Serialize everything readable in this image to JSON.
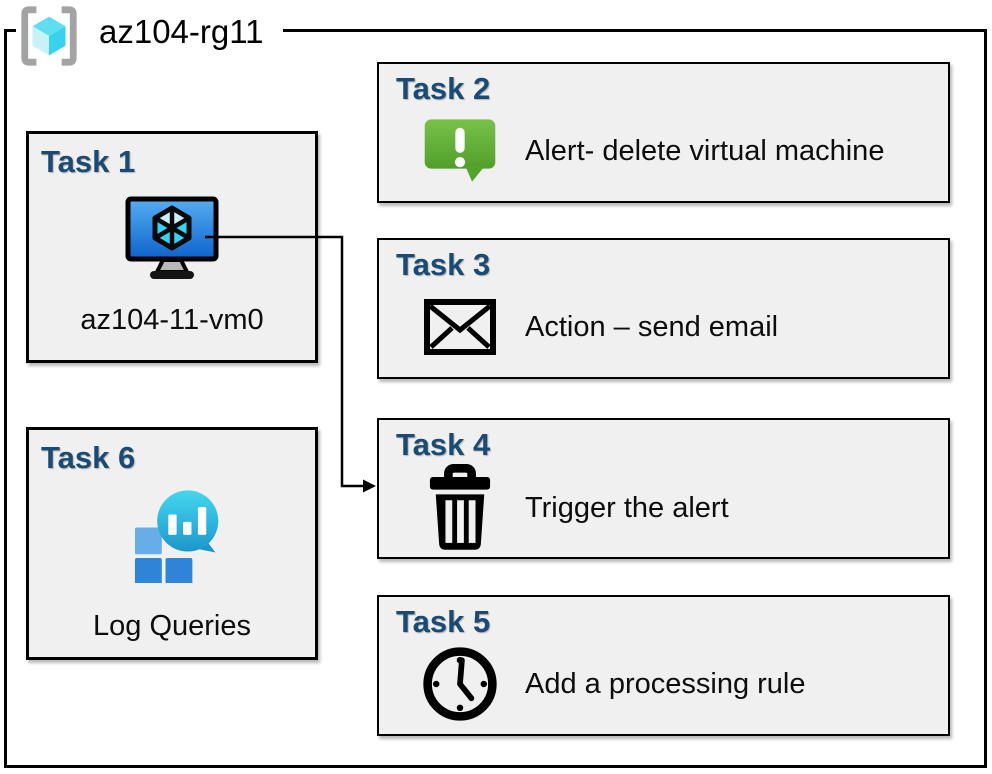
{
  "resource_group": {
    "title": "az104-rg11",
    "icon": "resource-group-icon"
  },
  "tasks": [
    {
      "heading": "Task 1",
      "label": "az104-11-vm0",
      "icon": "virtual-machine-icon"
    },
    {
      "heading": "Task 2",
      "label": "Alert- delete virtual machine",
      "icon": "alert-icon"
    },
    {
      "heading": "Task 3",
      "label": "Action – send email",
      "icon": "email-icon"
    },
    {
      "heading": "Task 4",
      "label": "Trigger the alert",
      "icon": "trash-icon"
    },
    {
      "heading": "Task 5",
      "label": "Add a processing rule",
      "icon": "clock-icon"
    },
    {
      "heading": "Task 6",
      "label": "Log Queries",
      "icon": "log-analytics-icon"
    }
  ],
  "connector": {
    "from": "Task 1",
    "to": "Task 4"
  },
  "colors": {
    "heading_blue": "#1b4a74",
    "box_bg": "#f0f0f0",
    "border": "#000000",
    "alert_green": "#63b33a",
    "azure_blue": "#2e85d8",
    "teal": "#2ab5e0"
  }
}
